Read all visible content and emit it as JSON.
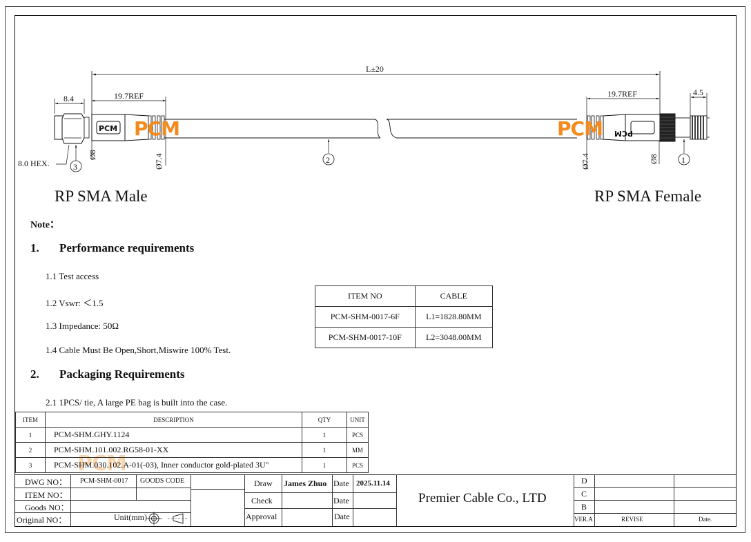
{
  "drawing": {
    "overall_length": "L±20",
    "left_connector": {
      "label": "RP SMA Male",
      "dim_hex_width": "8.4",
      "dim_ref": "19.7REF",
      "dim_dia_body": "Ø8",
      "dim_dia_boot": "Ø7.4",
      "hex_note": "8.0 HEX.",
      "balloon": "3",
      "brand_mark": "PCM"
    },
    "cable": {
      "balloon": "2"
    },
    "right_connector": {
      "label": "RP SMA Female",
      "dim_ref": "19.7REF",
      "dim_thread": "4.5",
      "dim_dia_body": "Ø8",
      "dim_dia_boot": "Ø7.4",
      "balloon": "1",
      "brand_mark": "PCM"
    },
    "logo_text": "PCM"
  },
  "notes": {
    "title": "Note：",
    "section1": {
      "number": "1.",
      "title": "Performance requirements",
      "items": [
        "1.1 Test access",
        "1.2 Vswr: ＜1.5",
        "1.3 Impedance: 50Ω",
        "1.4 Cable Must Be Open,Short,Miswire 100% Test."
      ]
    },
    "section2": {
      "number": "2.",
      "title": "Packaging Requirements",
      "items": [
        "2.1 1PCS/ tie, A large PE bag is built into the case."
      ]
    }
  },
  "item_table": {
    "headers": [
      "ITEM NO",
      "CABLE"
    ],
    "rows": [
      [
        "PCM-SHM-0017-6F",
        "L1=1828.80MM"
      ],
      [
        "PCM-SHM-0017-10F",
        "L2=3048.00MM"
      ]
    ]
  },
  "bom": {
    "headers": [
      "ITEM",
      "DESCRIPTION",
      "QTY",
      "UNIT"
    ],
    "rows": [
      [
        "1",
        "PCM-SHM.GHY.1124",
        "1",
        "PCS"
      ],
      [
        "2",
        "PCM-SHM.101.002.RG58-01-XX",
        "1",
        "MM"
      ],
      [
        "3",
        "PCM-SHM.030.102.A-01(-03), Inner conductor gold-plated 3U\"",
        "1",
        "PCS"
      ]
    ]
  },
  "title_block": {
    "dwg_no_label": "DWG NO：",
    "dwg_no_value": "PCM-SHM-0017",
    "goods_code_label": "GOODS CODE",
    "item_no_label": "ITEM NO：",
    "goods_no_label": "Goods NO：",
    "original_no_label": "Original NO：",
    "unit_label": "Unit(mm)",
    "draw_label": "Draw",
    "draw_name": "James Zhuo",
    "check_label": "Check",
    "approval_label": "Approval",
    "date_label": "Date",
    "draw_date": "2025.11.14",
    "company": "Premier Cable Co., LTD",
    "revisions": [
      "D",
      "C",
      "B"
    ],
    "ver_label": "VER.A",
    "revise_label": "REVISE",
    "rev_date_label": "Date."
  }
}
